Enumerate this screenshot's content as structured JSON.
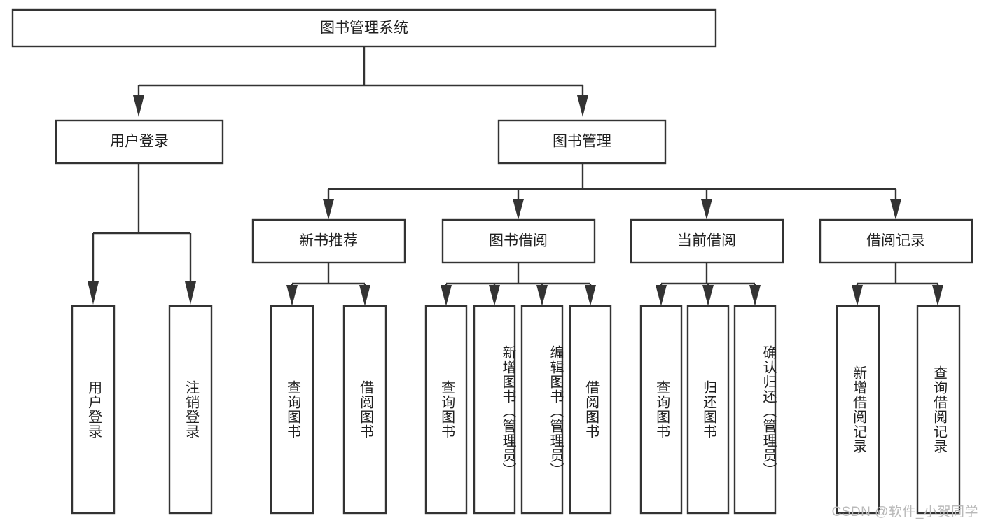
{
  "diagram": {
    "title_node": {
      "label": "图书管理系统"
    },
    "level2": [
      {
        "id": "user-login",
        "label": "用户登录"
      },
      {
        "id": "book-manage",
        "label": "图书管理"
      }
    ],
    "level3": [
      {
        "id": "new-book-recommend",
        "label": "新书推荐"
      },
      {
        "id": "book-borrow",
        "label": "图书借阅"
      },
      {
        "id": "current-borrow",
        "label": "当前借阅"
      },
      {
        "id": "borrow-record",
        "label": "借阅记录"
      }
    ],
    "leaves": {
      "user_login": [
        {
          "id": "leaf-user-login",
          "label": "用户登录"
        },
        {
          "id": "leaf-logout-login",
          "label": "注销登录"
        }
      ],
      "new_book_recommend": [
        {
          "id": "leaf-query-book-1",
          "label": "查询图书"
        },
        {
          "id": "leaf-borrow-book-1",
          "label": "借阅图书"
        }
      ],
      "book_borrow": [
        {
          "id": "leaf-query-book-2",
          "label": "查询图书"
        },
        {
          "id": "leaf-add-book-admin",
          "label": "新增图书（管理员）"
        },
        {
          "id": "leaf-edit-book-admin",
          "label": "编辑图书（管理员）"
        },
        {
          "id": "leaf-borrow-book-2",
          "label": "借阅图书"
        }
      ],
      "current_borrow": [
        {
          "id": "leaf-query-book-3",
          "label": "查询图书"
        },
        {
          "id": "leaf-return-book",
          "label": "归还图书"
        },
        {
          "id": "leaf-confirm-return-admin",
          "label": "确认归还（管理员）"
        }
      ],
      "borrow_record": [
        {
          "id": "leaf-add-borrow-record",
          "label": "新增借阅记录"
        },
        {
          "id": "leaf-query-borrow-record",
          "label": "查询借阅记录"
        }
      ]
    },
    "watermark": "CSDN @软件_小贺同学",
    "colors": {
      "stroke": "#333333",
      "fill": "#ffffff",
      "text": "#1f1f1f",
      "watermark": "#b9b9b9"
    }
  }
}
